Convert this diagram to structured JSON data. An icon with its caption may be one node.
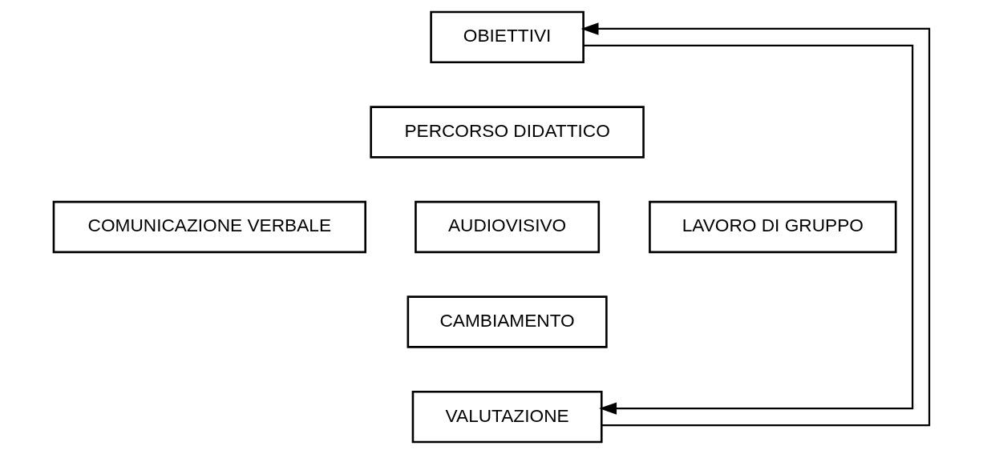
{
  "diagram": {
    "nodes": [
      {
        "text": [
          "OBIETTIVI"
        ]
      },
      {
        "text": [
          "PERCORSO DIDATTICO"
        ]
      },
      {
        "text": [
          "COMUNICAZIONE VERBALE"
        ]
      },
      {
        "text": [
          "AUDIOVISIVO"
        ]
      },
      {
        "text": [
          "LAVORO DI GRUPPO"
        ]
      },
      {
        "text": [
          "CAMBIAMENTO"
        ]
      },
      {
        "text": [
          "VALUTAZIONE"
        ]
      }
    ],
    "edges": [
      {
        "from": 6,
        "to": 0,
        "arrow": "to"
      },
      {
        "from": 0,
        "to": 6,
        "arrow": "to"
      }
    ]
  }
}
